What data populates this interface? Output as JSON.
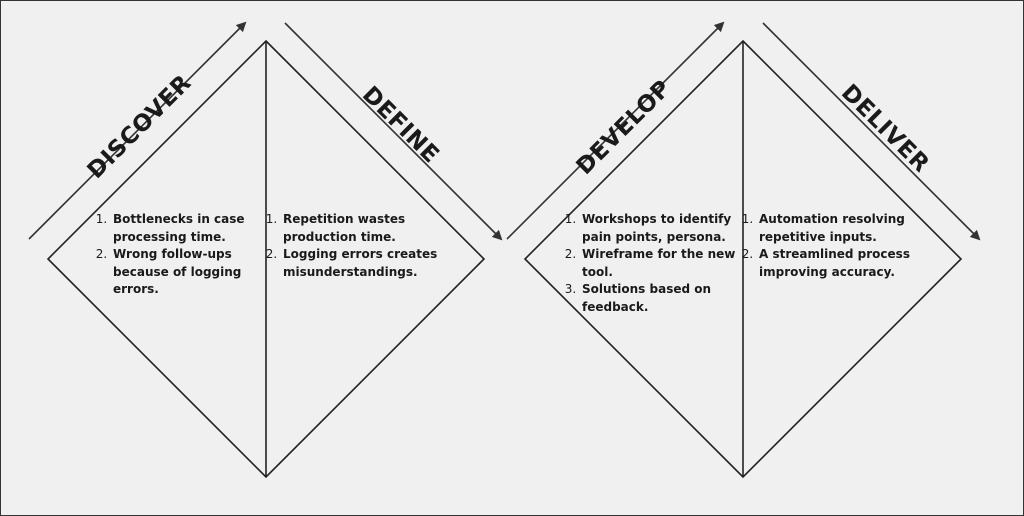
{
  "phases": [
    {
      "title": "DISCOVER",
      "points": [
        "Bottlenecks in case processing time.",
        "Wrong follow-ups because of logging errors."
      ]
    },
    {
      "title": "DEFINE",
      "points": [
        "Repetition wastes production time.",
        "Logging errors creates misunderstandings."
      ]
    },
    {
      "title": "DEVELOP",
      "points": [
        "Workshops to identify pain points, persona.",
        "Wireframe for the new tool.",
        "Solutions based on feedback."
      ]
    },
    {
      "title": "DELIVER",
      "points": [
        "Automation resolving repetitive inputs.",
        "A streamlined process improving accuracy."
      ]
    }
  ]
}
